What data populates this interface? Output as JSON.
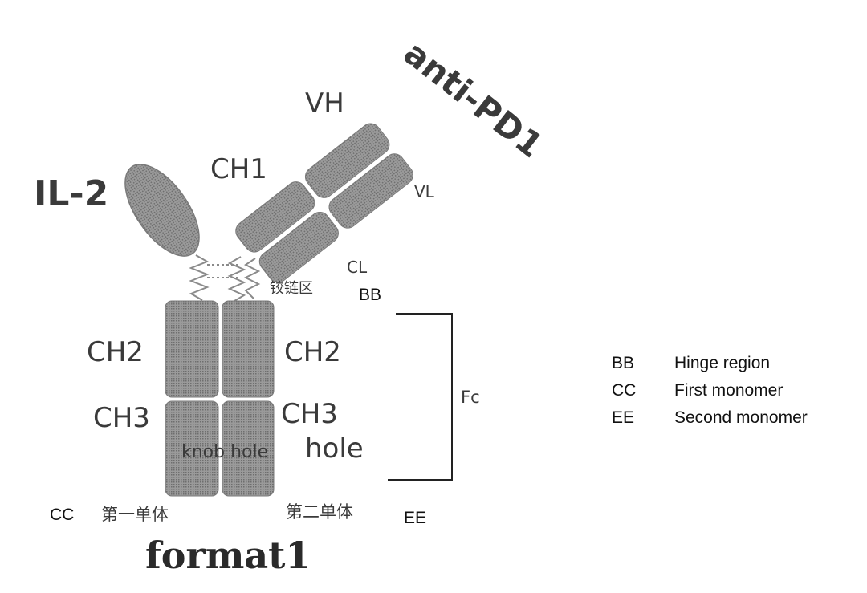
{
  "colors": {
    "domain": "#8a8a8a",
    "domain_edge": "#7a7a7a",
    "text": "#3a3a3a",
    "bracket": "#222222"
  },
  "labels": {
    "il2": "IL-2",
    "anti_pd1": "anti-PD1",
    "vh": "VH",
    "ch1": "CH1",
    "vl": "VL",
    "cl": "CL",
    "hinge_cn": "铰链区",
    "bb": "BB",
    "ch2_left": "CH2",
    "ch2_right": "CH2",
    "ch3_left": "CH3",
    "ch3_right": "CH3",
    "knob_hole": "knob hole",
    "hole": "hole",
    "fc": "Fc",
    "cc": "CC",
    "first_monomer_cn": "第一单体",
    "second_monomer_cn": "第二单体",
    "ee": "EE",
    "format": "format1"
  },
  "legend": [
    {
      "code": "BB",
      "desc": "Hinge region"
    },
    {
      "code": "CC",
      "desc": "First monomer"
    },
    {
      "code": "EE",
      "desc": "Second monomer"
    }
  ]
}
